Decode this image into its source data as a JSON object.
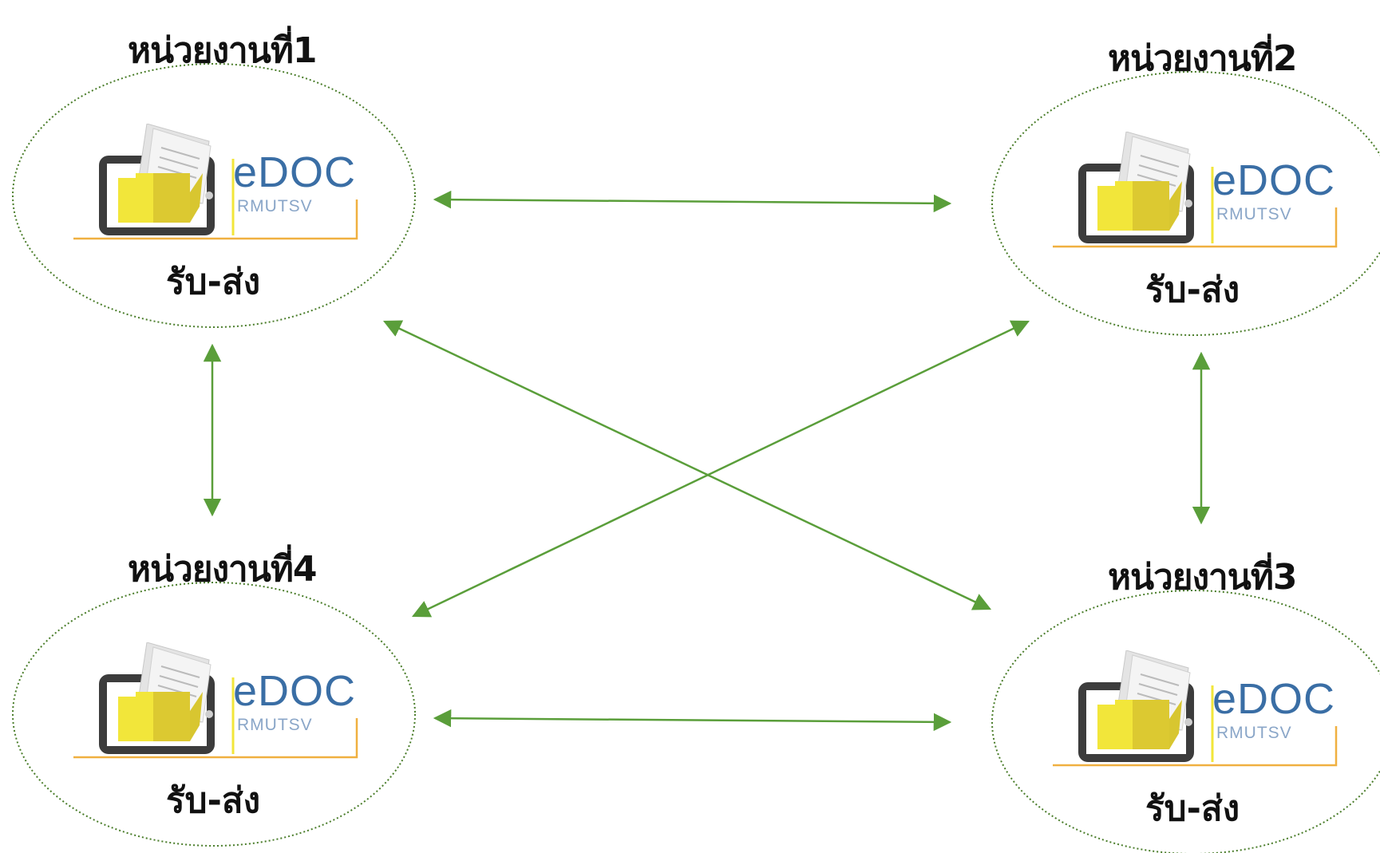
{
  "colors": {
    "arrow": "#5a9e3a",
    "ellipse_border": "#4a7d2a",
    "brand_blue": "#3a6ea5",
    "sub_blue": "#8aa6c8",
    "underline_orange": "#f0b040",
    "folder_yellow": "#f2e63a",
    "tablet_dark": "#3c3c3c"
  },
  "units": [
    {
      "id": "unit-1",
      "title": "หน่วยงานที่1",
      "brand": "eDOC",
      "sub": "RMUTSV",
      "caption": "รับ-ส่ง"
    },
    {
      "id": "unit-2",
      "title": "หน่วยงานที่2",
      "brand": "eDOC",
      "sub": "RMUTSV",
      "caption": "รับ-ส่ง"
    },
    {
      "id": "unit-3",
      "title": "หน่วยงานที่3",
      "brand": "eDOC",
      "sub": "RMUTSV",
      "caption": "รับ-ส่ง"
    },
    {
      "id": "unit-4",
      "title": "หน่วยงานที่4",
      "brand": "eDOC",
      "sub": "RMUTSV",
      "caption": "รับ-ส่ง"
    }
  ],
  "connections": [
    {
      "from": "unit-1",
      "to": "unit-2"
    },
    {
      "from": "unit-1",
      "to": "unit-3"
    },
    {
      "from": "unit-1",
      "to": "unit-4"
    },
    {
      "from": "unit-2",
      "to": "unit-3"
    },
    {
      "from": "unit-2",
      "to": "unit-4"
    },
    {
      "from": "unit-4",
      "to": "unit-3"
    }
  ]
}
